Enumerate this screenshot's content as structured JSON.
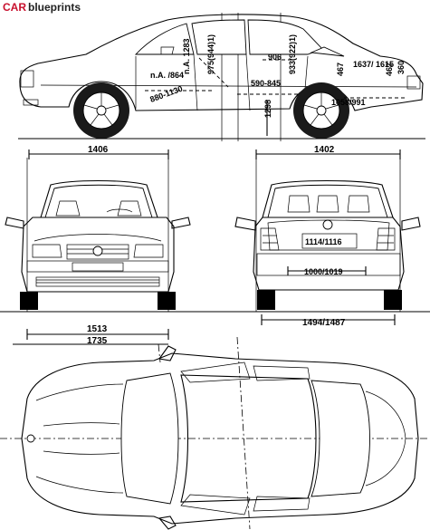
{
  "logo": {
    "brand": "CAR",
    "suffix": "blueprints"
  },
  "side_view": {
    "dims": {
      "front_overhang_height": "n.A. /864",
      "seat_to_roof_front": "n.A. 1283",
      "headroom_front": "975(944)1)",
      "rear_roof": "906",
      "headroom_rear": "933(922)1)",
      "front_leg": "880-1130",
      "rear_leg": "590-845",
      "rear_seat_height": "467",
      "trunk_width": "1637/ 1615",
      "rear_height_a": "467",
      "rear_height_b": "360",
      "rear_length": "1058/991",
      "center_height": "1298",
      "front_track_label": "1406",
      "rear_track_label": "1402"
    }
  },
  "front_view": {
    "track": "1513",
    "overall_width": "1735"
  },
  "rear_view": {
    "plate": "1114/1116",
    "trunk_opening": "1000/1019",
    "track": "1494/1487"
  }
}
